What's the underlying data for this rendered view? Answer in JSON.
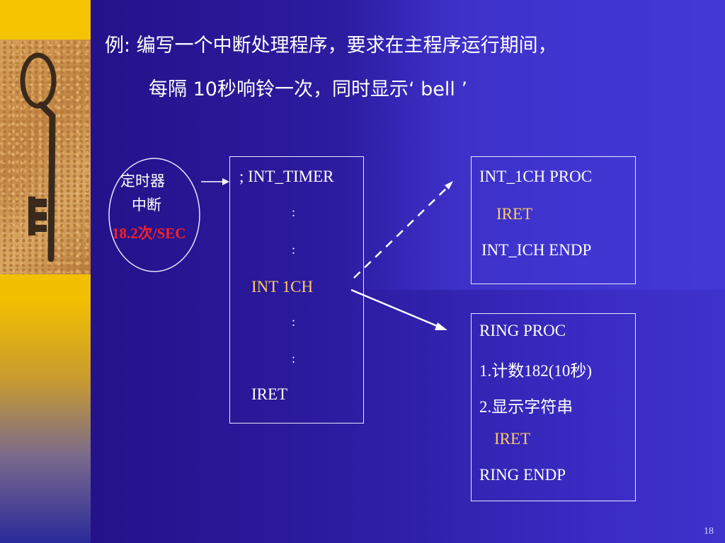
{
  "title": {
    "line1": "例:  编写一个中断处理程序，要求在主程序运行期间，",
    "line2": "每隔 10秒响铃一次，同时显示‘ bell ’"
  },
  "timer": {
    "line1": "定时器",
    "line2": "中断",
    "rate": "18.2次/SEC"
  },
  "main_box": {
    "l1": "; INT_TIMER",
    "l2": ":",
    "l3": ":",
    "l4": "INT  1CH",
    "l5": ":",
    "l6": ":",
    "l7": "IRET"
  },
  "box_1ch": {
    "l1": "INT_1CH PROC",
    "l2": "IRET",
    "l3": "INT_ICH  ENDP"
  },
  "box_ring": {
    "l1": "RING   PROC",
    "l2": "1.计数182(10秒)",
    "l3": "2.显示字符串",
    "l4": "IRET",
    "l5": "RING  ENDP"
  },
  "page_number": "18",
  "colors": {
    "background": "#2c1ca0",
    "text": "#ffffff",
    "highlight": "#ffcc66",
    "rate": "#ff2020",
    "sidebar": "#f4c400"
  }
}
